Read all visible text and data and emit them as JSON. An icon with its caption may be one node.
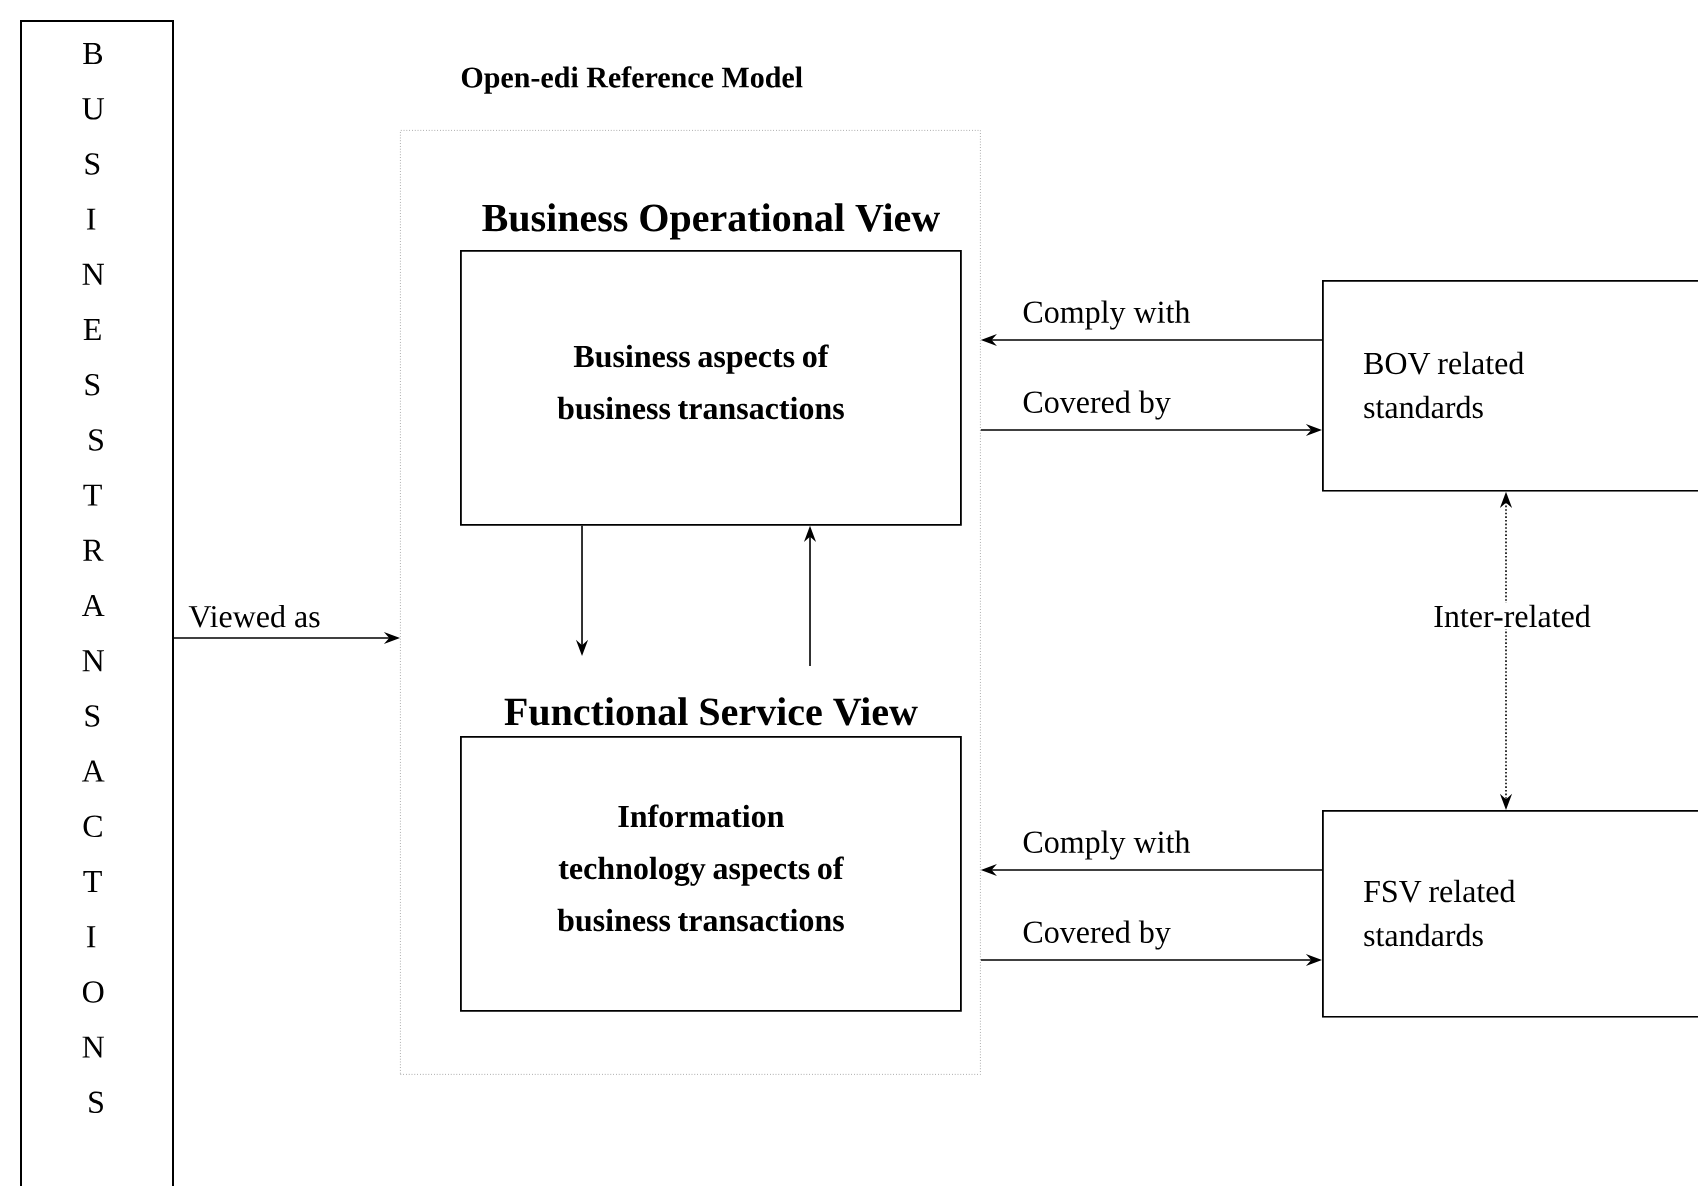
{
  "diagram": {
    "nodes": [
      {
        "text": [
          "BUSINESS TRANSACTIONS"
        ]
      },
      {
        "text": [
          "Open-edi Reference Model"
        ]
      },
      {
        "text": [
          "Business Operational View",
          "Business aspects of business transactions"
        ],
        "in": 1
      },
      {
        "text": [
          "Functional Service View",
          "Information technology aspects of business transactions"
        ],
        "in": 1
      },
      {
        "text": [
          "BOV related standards"
        ]
      },
      {
        "text": [
          "FSV related standards"
        ]
      }
    ],
    "edges": [
      {
        "from": 0,
        "to": 1,
        "arrow": "to",
        "label": "Viewed as"
      },
      {
        "from": 2,
        "to": 3,
        "arrow": "to"
      },
      {
        "from": 3,
        "to": 2,
        "arrow": "to"
      },
      {
        "from": 4,
        "to": 1,
        "arrow": "to",
        "label": "Comply with"
      },
      {
        "from": 1,
        "to": 4,
        "arrow": "to",
        "label": "Covered by"
      },
      {
        "from": 5,
        "to": 1,
        "arrow": "to",
        "label": "Comply with"
      },
      {
        "from": 1,
        "to": 5,
        "arrow": "to",
        "label": "Covered by"
      },
      {
        "from": 4,
        "to": 5,
        "arrow": "both",
        "label": "Inter-related",
        "style": "dashed"
      }
    ]
  }
}
